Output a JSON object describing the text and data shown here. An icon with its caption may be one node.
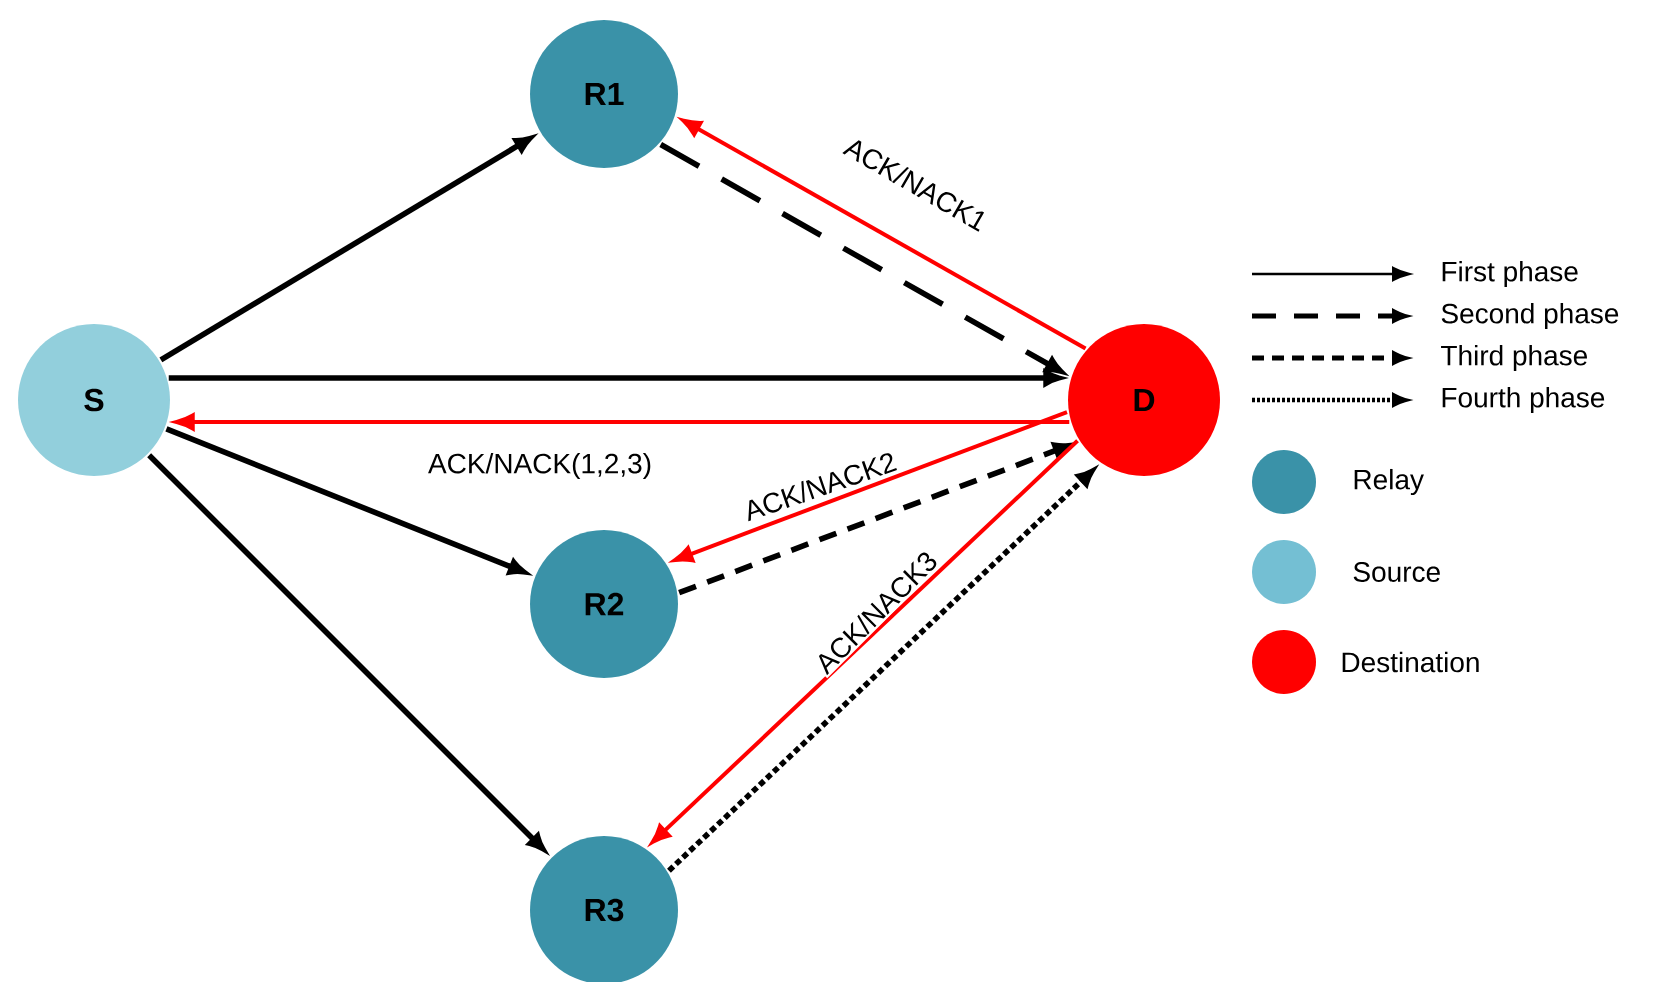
{
  "diagram": {
    "nodes": [
      {
        "text": [
          "S"
        ]
      },
      {
        "text": [
          "R1"
        ]
      },
      {
        "text": [
          "R2"
        ]
      },
      {
        "text": [
          "R3"
        ]
      },
      {
        "text": [
          "D"
        ]
      }
    ],
    "edges": [
      {
        "from": 0,
        "to": 1,
        "arrow": "to"
      },
      {
        "from": 0,
        "to": 4,
        "arrow": "to"
      },
      {
        "from": 0,
        "to": 2,
        "arrow": "to"
      },
      {
        "from": 0,
        "to": 3,
        "arrow": "to"
      },
      {
        "from": 1,
        "to": 4,
        "arrow": "to",
        "style": "dashed"
      },
      {
        "from": 4,
        "to": 1,
        "arrow": "to",
        "color": "#ff0000",
        "label": "ACK/NACK1"
      },
      {
        "from": 4,
        "to": 0,
        "arrow": "to",
        "color": "#ff0000",
        "label": "ACK/NACK(1,2,3)"
      },
      {
        "from": 2,
        "to": 4,
        "arrow": "to",
        "style": "dashed"
      },
      {
        "from": 4,
        "to": 2,
        "arrow": "to",
        "color": "#ff0000",
        "label": "ACK/NACK2"
      },
      {
        "from": 3,
        "to": 4,
        "arrow": "to",
        "style": "dashed"
      },
      {
        "from": 4,
        "to": 3,
        "arrow": "to",
        "color": "#ff0000",
        "label": "ACK/NACK3"
      }
    ],
    "legend": [
      {
        "text": "First phase"
      },
      {
        "text": "Second phase"
      },
      {
        "text": "Third phase"
      },
      {
        "text": "Fourth phase"
      },
      {
        "text": "Relay",
        "color": "#3a92a8"
      },
      {
        "text": "Source",
        "color": "#74bfd3"
      },
      {
        "text": "Destination",
        "color": "#ff0000"
      }
    ]
  }
}
